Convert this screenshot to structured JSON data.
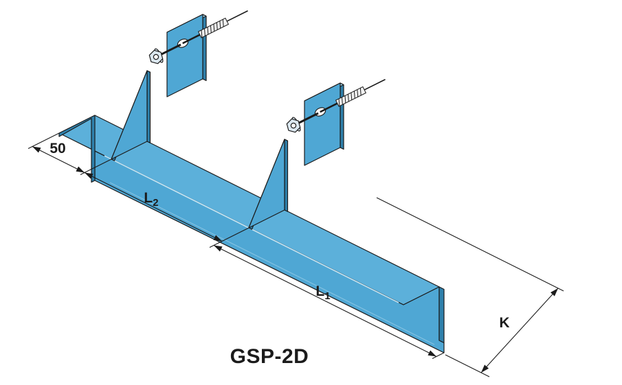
{
  "diagram": {
    "product_name": "GSP-2D",
    "labels": {
      "end_offset": "50",
      "l2": {
        "base": "L",
        "sub": "2"
      },
      "l1": {
        "base": "L",
        "sub": "1"
      },
      "k": "K"
    },
    "colors": {
      "profile_fill": "#4fa7d4",
      "profile_top": "#5cb0da",
      "edge_dark": "#2f80ab",
      "plate_top": "#a6d5ec",
      "highlight": "#cde9f6",
      "drip_edge": "#86c3e2",
      "hardware_fill": "#dce8f0",
      "outline": "#1b1b1b",
      "background": "#ffffff"
    }
  }
}
